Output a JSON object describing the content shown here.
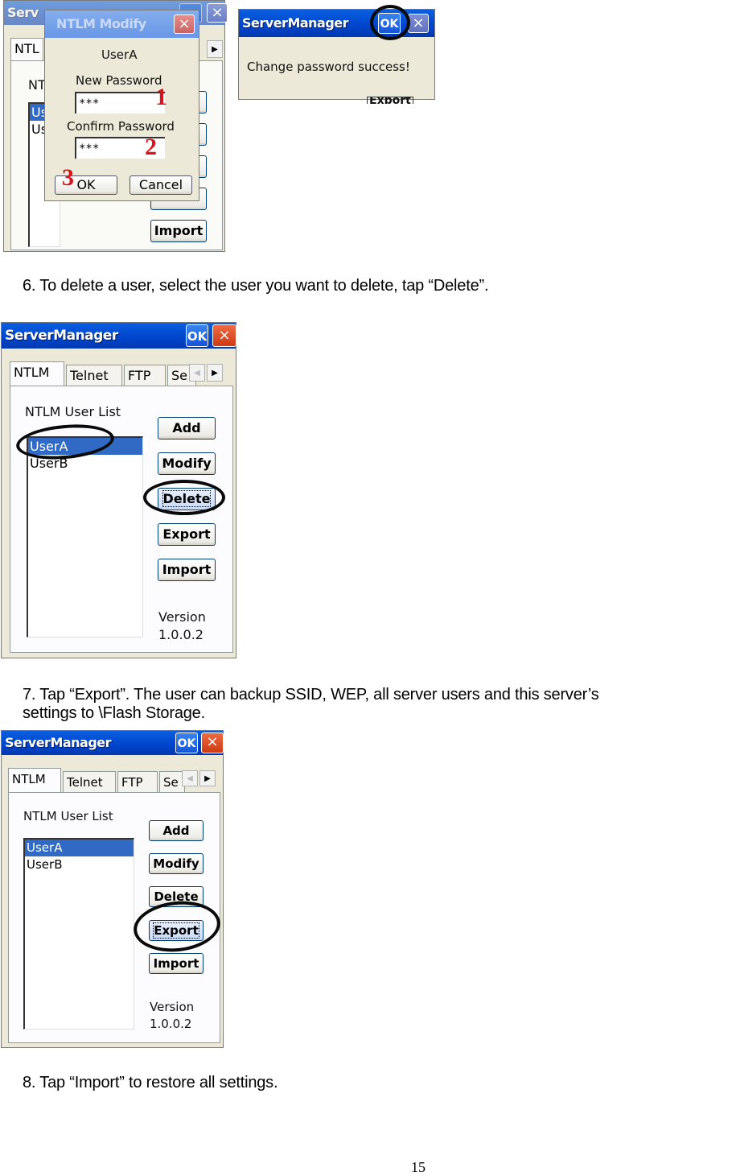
{
  "fig1": {
    "background_window": {
      "title_partial": "Serv",
      "tab_partial": "NTL",
      "label_partial": "NT",
      "list_partial": [
        "Us",
        "Us"
      ],
      "import_label": "Import"
    },
    "modify_dialog": {
      "title": "NTLM Modify",
      "close_icon": "×",
      "user": "UserA",
      "new_password_label": "New Password",
      "new_password_value": "***",
      "confirm_password_label": "Confirm Password",
      "confirm_password_value": "***",
      "ok_label": "OK",
      "cancel_label": "Cancel",
      "step_markers": [
        "1",
        "2",
        "3"
      ]
    },
    "message_box": {
      "title": "ServerManager",
      "ok_label": "OK",
      "close_icon": "×",
      "message": "Change password success!",
      "behind_label_partial": "Export"
    }
  },
  "step6": {
    "text": "6. To delete a user, select the user you want to delete, tap “Delete”."
  },
  "step7": {
    "text_line1": "7. Tap “Export”. The user can backup SSID, WEP, all server users and this server’s",
    "text_line2": "settings to \\Flash Storage."
  },
  "step8": {
    "text": "8. Tap “Import” to restore all settings."
  },
  "server_manager": {
    "title": "ServerManager",
    "ok_label": "OK",
    "close_icon": "×",
    "tabs": [
      "NTLM",
      "Telnet",
      "FTP",
      "Se"
    ],
    "tab_scroll_left": "◀",
    "tab_scroll_right": "▶",
    "list_label": "NTLM User List",
    "users": [
      "UserA",
      "UserB"
    ],
    "selected_user": "UserA",
    "buttons": {
      "add": "Add",
      "modify": "Modify",
      "delete": "Delete",
      "export": "Export",
      "import": "Import"
    },
    "version_label": "Version",
    "version_value": "1.0.0.2"
  },
  "page_number": "15"
}
